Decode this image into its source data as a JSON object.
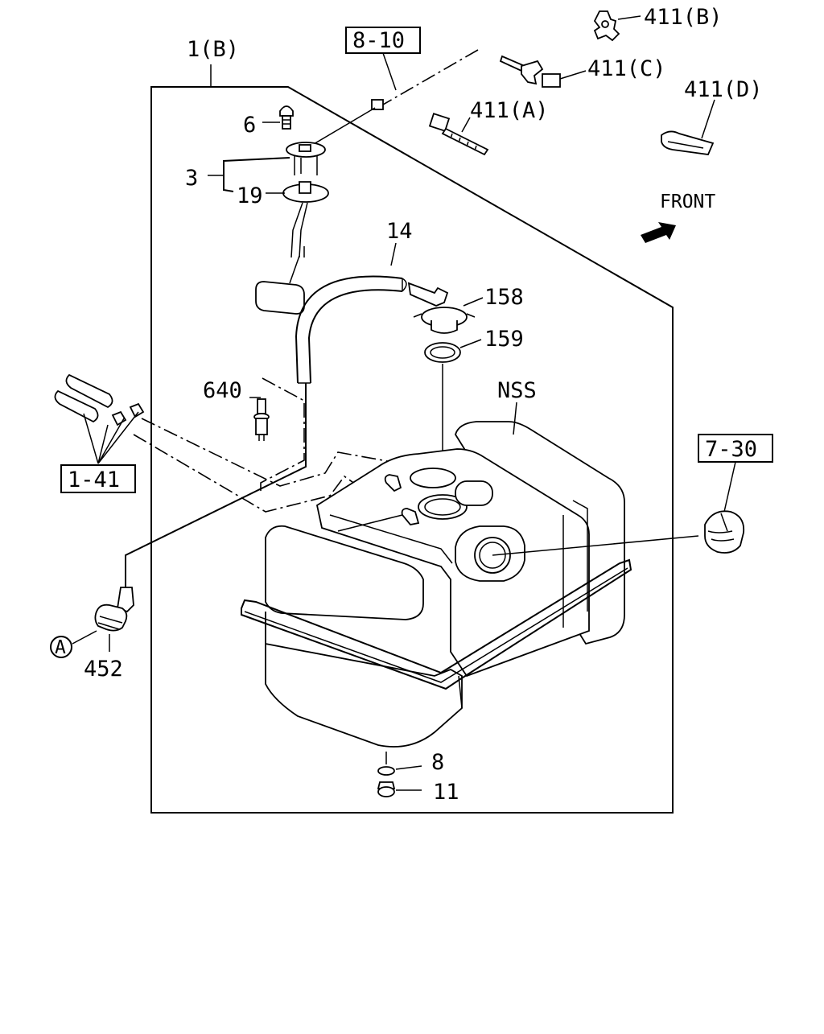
{
  "callouts": {
    "assembly_1b": "1(B)",
    "ref_8_10": "8-10",
    "p411b": "411(B)",
    "p411c": "411(C)",
    "p411a": "411(A)",
    "p411d": "411(D)",
    "p6": "6",
    "p3": "3",
    "p19": "19",
    "front": "FRONT",
    "p14": "14",
    "p158": "158",
    "p159": "159",
    "p640": "640",
    "nss": "NSS",
    "ref_1_41": "1-41",
    "ref_7_30": "7-30",
    "circle_a": "A",
    "p452": "452",
    "p8": "8",
    "p11": "11"
  },
  "icons": {
    "front_arrow": "front-arrow-icon"
  }
}
